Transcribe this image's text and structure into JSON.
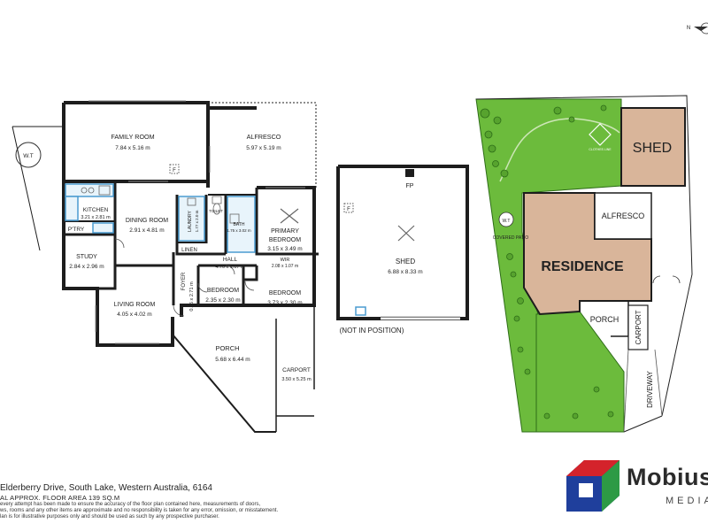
{
  "floor_plan": {
    "rooms": [
      {
        "name": "FAMILY ROOM",
        "dims": "7.84 x 5.16 m"
      },
      {
        "name": "ALFRESCO",
        "dims": "5.97 x 5.19 m"
      },
      {
        "name": "KITCHEN",
        "dims": "3.21 x 2.81 m"
      },
      {
        "name": "P'TRY",
        "dims": ""
      },
      {
        "name": "DINING ROOM",
        "dims": "2.91 x 4.81 m"
      },
      {
        "name": "LAUNDRY",
        "dims": "1.77 x 2.0 m"
      },
      {
        "name": "TOILET",
        "dims": ""
      },
      {
        "name": "BATH",
        "dims": "1.75 x 3.02 m"
      },
      {
        "name": "PRIMARY",
        "dims": ""
      },
      {
        "name": "BEDROOM",
        "dims": "3.15 x 3.49 m"
      },
      {
        "name": "WIR",
        "dims": "2.08 x 1.07 m"
      },
      {
        "name": "STUDY",
        "dims": "2.84 x 2.96 m"
      },
      {
        "name": "LINEN",
        "dims": ""
      },
      {
        "name": "HALL",
        "dims": "4.70 x 1.07 m"
      },
      {
        "name": "FOYER",
        "dims": "0.95 x 2.71 m"
      },
      {
        "name": "BEDROOM",
        "dims": "2.35 x 2.30 m"
      },
      {
        "name": "BEDROOM",
        "dims": "3.73 x 2.30 m"
      },
      {
        "name": "LIVING ROOM",
        "dims": "4.05 x 4.02 m"
      },
      {
        "name": "PORCH",
        "dims": "5.68 x 6.44 m"
      },
      {
        "name": "CARPORT",
        "dims": "3.50 x 5.25 m"
      }
    ],
    "tags": {
      "fridge": "F",
      "water_tank": "W.T",
      "fireplace": "FP",
      "shed_fridge": "F"
    }
  },
  "shed": {
    "name": "SHED",
    "dims": "6.88 x 8.33 m",
    "note": "(NOT IN POSITION)"
  },
  "site_plan": {
    "shed": "SHED",
    "residence": "RESIDENCE",
    "alfresco": "ALFRESCO",
    "clothesline": "CLOTHES LINE",
    "water_tank": "W.T",
    "covered_patio": "COVERED PATIO",
    "porch": "PORCH",
    "carport": "CARPORT",
    "driveway": "DRIVEWAY",
    "north": "N"
  },
  "footer": {
    "address": "Elderberry Drive, South Lake, Western Australia, 6164",
    "area": "AL APPROX. FLOOR AREA 139 SQ.M",
    "disclaimer_1": "every attempt has been made to ensure the accuracy of the floor plan contained here, measurements of doors,",
    "disclaimer_2": "ws, rooms and any other items are approximate and no responsibility is taken for any error, omission, or misstatement.",
    "disclaimer_3": "lan is for illustrative purposes only and should be used as such by any prospective purchaser."
  },
  "brand": {
    "name": "Mobius",
    "sub": "MEDIA"
  },
  "colors": {
    "lawn": "#6cbb3c",
    "residence": "#d9b59a",
    "wall": "#1d1d1d",
    "logo_red": "#d4232b",
    "logo_blue": "#1f3f9c",
    "logo_green": "#2d9a45"
  }
}
